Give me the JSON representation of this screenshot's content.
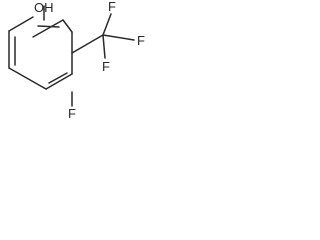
{
  "molecule": {
    "labels": {
      "hydroxyl": "OH",
      "fluorine_cf3_top": "F",
      "fluorine_cf3_right": "F",
      "fluorine_cf3_bottom": "F",
      "fluorine_ring": "F"
    }
  }
}
